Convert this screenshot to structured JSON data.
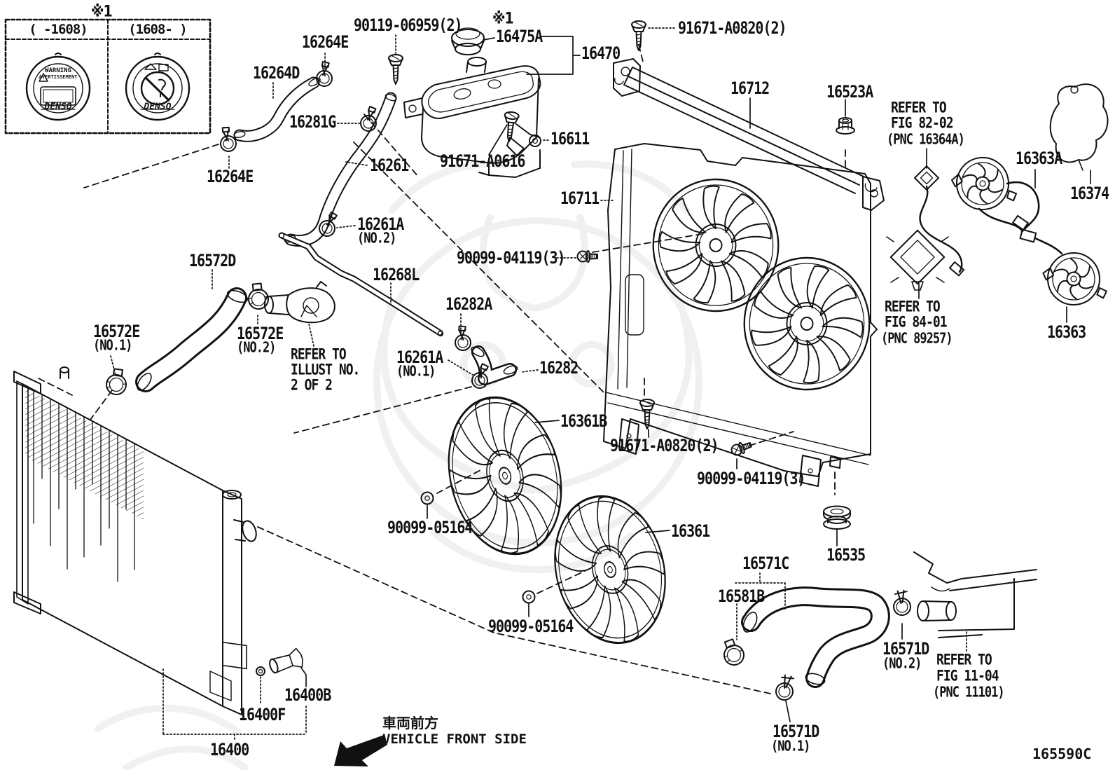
{
  "diagram": {
    "code": "165590C",
    "front_jp": "車両前方",
    "front_en": "VEHICLE FRONT SIDE"
  },
  "cap_table": {
    "remark": "※1",
    "col_left": "(    -1608)",
    "col_right": "(1608-    )",
    "cap_warning_line1": "WARNING",
    "cap_warning_line2": "AVERTISSEMENT",
    "brand": "DENSO"
  },
  "parts": {
    "p90119": {
      "text": "90119-06959(2)"
    },
    "p16475A": {
      "text": "16475A",
      "remark": "※1"
    },
    "p16470": {
      "text": "16470"
    },
    "p16264E_1": {
      "text": "16264E"
    },
    "p16264D": {
      "text": "16264D"
    },
    "p16281G": {
      "text": "16281G"
    },
    "p16264E_2": {
      "text": "16264E"
    },
    "p16261": {
      "text": "16261"
    },
    "p16261A_2": {
      "text": "16261A",
      "sub": "(NO.2)"
    },
    "p16572D": {
      "text": "16572D"
    },
    "p16268L": {
      "text": "16268L"
    },
    "p16282A": {
      "text": "16282A"
    },
    "p16572E_1": {
      "text": "16572E",
      "sub": "(NO.1)"
    },
    "p16572E_2": {
      "text": "16572E",
      "sub": "(NO.2)"
    },
    "p16261A_1": {
      "text": "16261A",
      "sub": "(NO.1)"
    },
    "p16282": {
      "text": "16282"
    },
    "p91671_A0616": {
      "text": "91671-A0616"
    },
    "p16611": {
      "text": "16611"
    },
    "p91671_A0820_1": {
      "text": "91671-A0820(2)"
    },
    "p16712": {
      "text": "16712"
    },
    "p16523A": {
      "text": "16523A"
    },
    "p16363A": {
      "text": "16363A"
    },
    "p16374": {
      "text": "16374"
    },
    "p16711": {
      "text": "16711"
    },
    "p90099_04119_1": {
      "text": "90099-04119(3)"
    },
    "p16363": {
      "text": "16363"
    },
    "p16361B": {
      "text": "16361B"
    },
    "p91671_A0820_2": {
      "text": "91671-A0820(2)"
    },
    "p90099_04119_2": {
      "text": "90099-04119(3)"
    },
    "p90099_05164_1": {
      "text": "90099-05164"
    },
    "p16361": {
      "text": "16361"
    },
    "p16535": {
      "text": "16535"
    },
    "p90099_05164_2": {
      "text": "90099-05164"
    },
    "p16571C": {
      "text": "16571C"
    },
    "p16581B": {
      "text": "16581B"
    },
    "p16571D_2": {
      "text": "16571D",
      "sub": "(NO.2)"
    },
    "p16571D_1": {
      "text": "16571D",
      "sub": "(NO.1)"
    },
    "p16400B": {
      "text": "16400B"
    },
    "p16400F": {
      "text": "16400F"
    },
    "p16400": {
      "text": "16400"
    }
  },
  "refs": {
    "illust": {
      "l1": "REFER TO",
      "l2": "ILLUST NO.",
      "l3": "2 OF 2"
    },
    "fig82": {
      "l1": "REFER TO",
      "l2": "FIG 82-02",
      "l3": "(PNC 16364A)"
    },
    "fig84": {
      "l1": "REFER TO",
      "l2": "FIG 84-01",
      "l3": "(PNC 89257)"
    },
    "fig11": {
      "l1": "REFER TO",
      "l2": "FIG 11-04",
      "l3": "(PNC 11101)"
    }
  }
}
